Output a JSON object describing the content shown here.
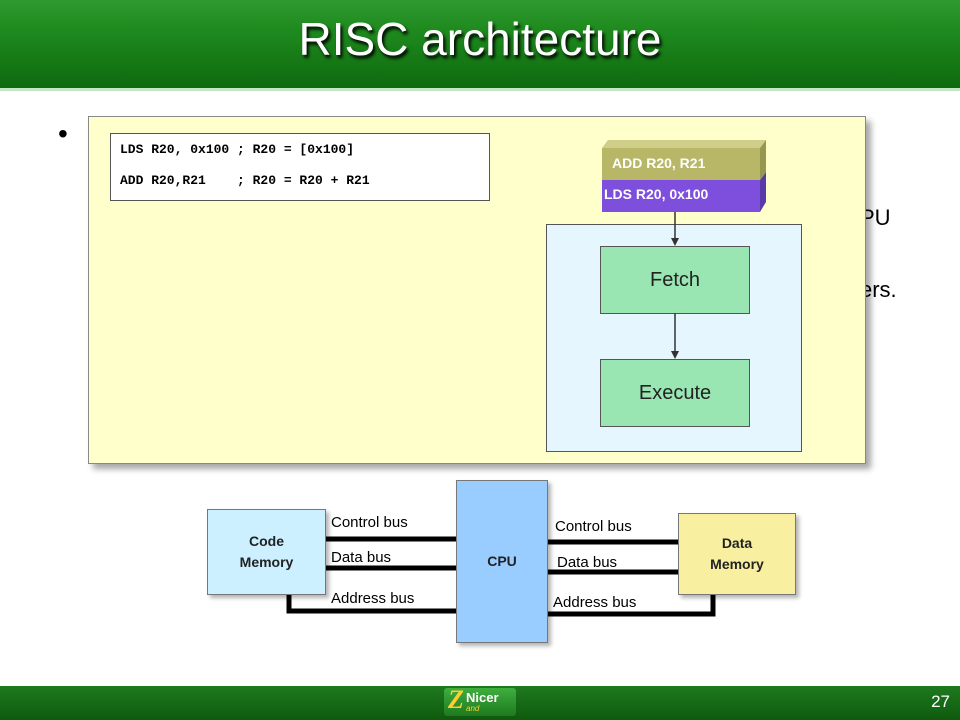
{
  "slide": {
    "title": "RISC architecture",
    "page_number": "27"
  },
  "body": {
    "fragment_1": "PU",
    "fragment_2": "ers."
  },
  "pipeline": {
    "code_lines": [
      "LDS R20, 0x100 ; R20 = [0x100]",
      "ADD R20,R21    ; R20 = R20 + R21"
    ],
    "queue_top": "ADD R20, R21",
    "queue_bottom": "LDS R20, 0x100",
    "stage_fetch": "Fetch",
    "stage_execute": "Execute"
  },
  "architecture": {
    "code_memory": [
      "Code",
      "Memory"
    ],
    "cpu": "CPU",
    "data_memory": [
      "Data",
      "Memory"
    ],
    "left_buses": {
      "control": "Control bus",
      "data": "Data bus",
      "address": "Address bus"
    },
    "right_buses": {
      "control": "Control bus",
      "data": "Data bus",
      "address": "Address bus"
    }
  },
  "colors": {
    "header_green": "#1e8a1e",
    "panel_fill": "#ffffcc",
    "queue_top": "#b7b767",
    "queue_bottom": "#7e4fdc",
    "stage_fill": "#99e6b2",
    "cpu_fill": "#99ccff",
    "code_memory_fill": "#ccf0ff",
    "data_memory_fill": "#f8f0a0"
  },
  "logo": {
    "word_1": "Nicer",
    "word_2": "and"
  }
}
